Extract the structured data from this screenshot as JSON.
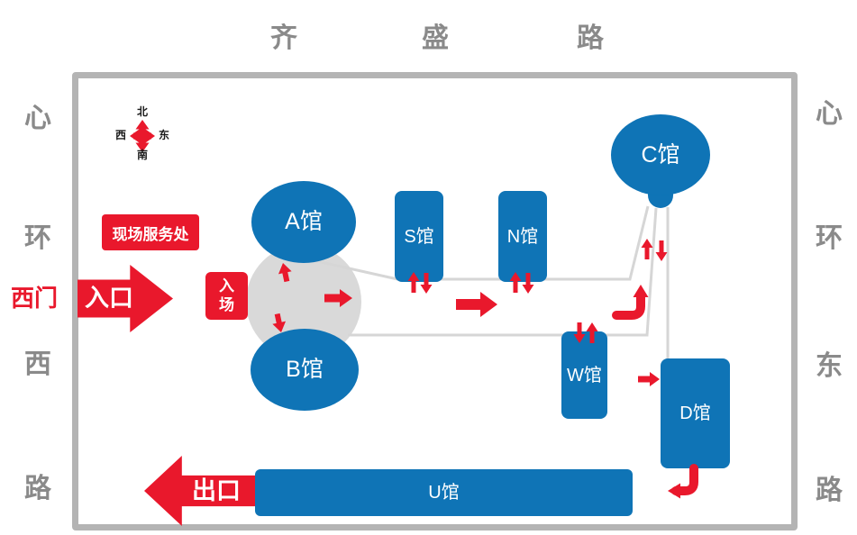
{
  "roads": {
    "top": [
      "齐",
      "盛",
      "路"
    ],
    "left": [
      "心",
      "环",
      "西",
      "路"
    ],
    "right": [
      "心",
      "环",
      "东",
      "路"
    ],
    "west_gate": "西门"
  },
  "compass": {
    "north": "北",
    "south": "南",
    "west": "西",
    "east": "东"
  },
  "labels": {
    "service_desk": "现场服务处",
    "entrance": "入口",
    "exit": "出口",
    "admission": "入\n场"
  },
  "halls": {
    "a": "A馆",
    "b": "B馆",
    "c": "C馆",
    "s": "S馆",
    "n": "N馆",
    "w": "W馆",
    "d": "D馆",
    "u": "U馆"
  },
  "colors": {
    "hall_blue": "#0f74b6",
    "arrow_red": "#e9182c",
    "border_gray": "#b4b4b4",
    "circle_gray": "#d9d9d9",
    "path_gray": "#d6d6d6",
    "road_text_gray": "#8a8a8a"
  }
}
